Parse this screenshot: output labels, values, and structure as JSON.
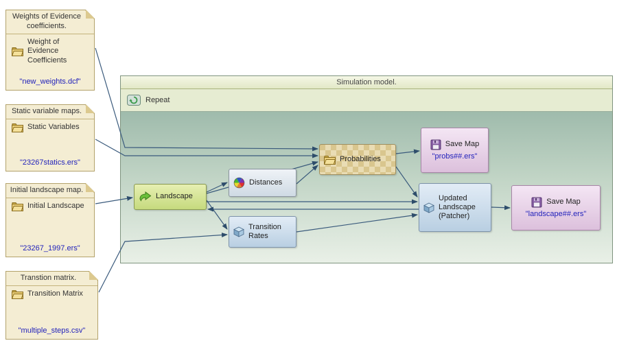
{
  "notes": [
    {
      "title": "Weights of Evidence coefficients.",
      "name": "Weight of Evidence Coefficients",
      "file": "\"new_weights.dcf\""
    },
    {
      "title": "Static variable maps.",
      "name": "Static Variables",
      "file": "\"23267statics.ers\""
    },
    {
      "title": "Initial landscape map.",
      "name": "Initial Landscape",
      "file": "\"23267_1997.ers\""
    },
    {
      "title": "Transtion matrix.",
      "name": "Transition Matrix",
      "file": "\"multiple_steps.csv\""
    }
  ],
  "model": {
    "title": "Simulation model.",
    "repeat_label": "Repeat",
    "nodes": {
      "landscape": {
        "label": "Landscape"
      },
      "distances": {
        "label": "Distances"
      },
      "transition_rates": {
        "label": "Transition Rates"
      },
      "probabilities": {
        "label": "Probabilities"
      },
      "save_map_probs": {
        "label": "Save Map",
        "file": "\"probs##.ers\""
      },
      "updated_landscape": {
        "label": "Updated Landscape (Patcher)"
      },
      "save_map_landscape": {
        "label": "Save Map",
        "file": "\"landscape##.ers\""
      }
    }
  },
  "colors": {
    "note_bg": "#f4edd3",
    "note_border": "#b3a26b",
    "filename_text": "#2222bb",
    "connector_line": "#3a5a7c",
    "landscape_node": "#c6da7e",
    "blue_node": "#b9cfe2",
    "save_node": "#dcc0dc",
    "probabilities_node": "#e9dcb4"
  }
}
